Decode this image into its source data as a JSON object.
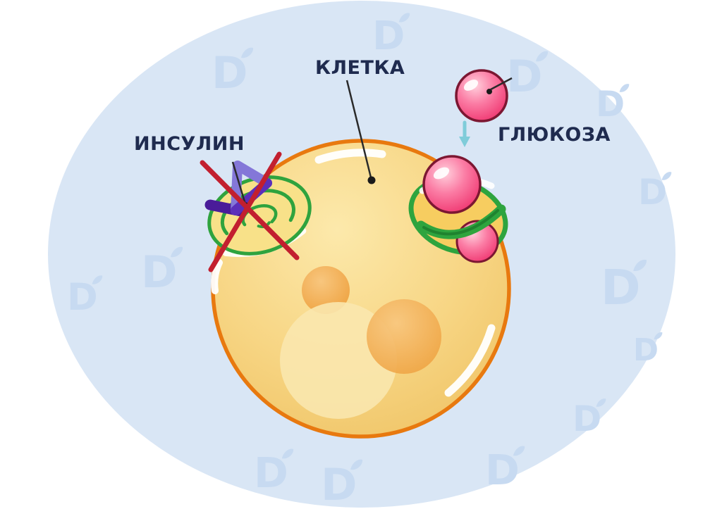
{
  "labels": {
    "insulin": "ИНСУЛИН",
    "cell": "КЛЕТКА",
    "glucose": "ГЛЮКОЗА"
  },
  "watermark": {
    "letter": "D"
  },
  "colors": {
    "background_ellipse": "#d9e6f5",
    "watermark": "#c7daf1",
    "cell_fill": "#f6d27f",
    "cell_border": "#e8790f",
    "organelle_orange": "#efa13c",
    "label_text": "#1f2b4f",
    "glucose_pink": "#f2447a",
    "glucose_outline": "#7c1732",
    "receptor_green": "#2fa33e",
    "receptor_yellow": "#f8e189",
    "insulin_purple_light": "#8477d8",
    "insulin_purple_dark": "#4a1c99",
    "cross_red": "#c21f2f",
    "arrow_teal": "#7fccd9"
  }
}
